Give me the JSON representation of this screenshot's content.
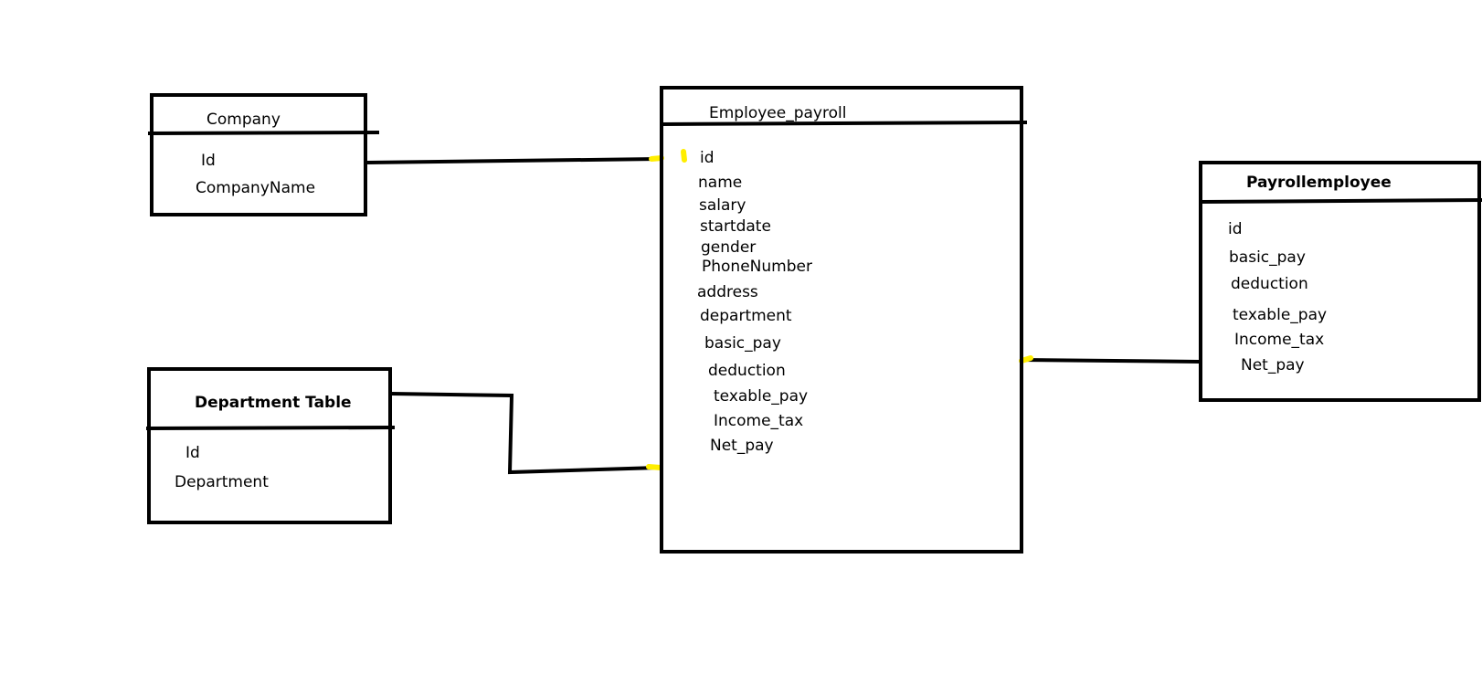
{
  "entities": {
    "company": {
      "title": "Company",
      "fields": [
        "Id",
        "CompanyName"
      ]
    },
    "department": {
      "title": "Department Table",
      "fields": [
        "Id",
        "Department"
      ]
    },
    "employee_payroll": {
      "title": "Employee_payroll",
      "fields": [
        "id",
        "name",
        "salary",
        "startdate",
        "gender",
        "PhoneNumber",
        "address",
        "department",
        "basic_pay",
        "deduction",
        "texable_pay",
        "Income_tax",
        "Net_pay"
      ]
    },
    "payroll_employee": {
      "title": "Payrollemployee",
      "fields": [
        "id",
        "basic_pay",
        "deduction",
        "texable_pay",
        "Income_tax",
        "Net_pay"
      ]
    }
  },
  "colors": {
    "line": "#000000",
    "highlight": "#ffee00"
  }
}
